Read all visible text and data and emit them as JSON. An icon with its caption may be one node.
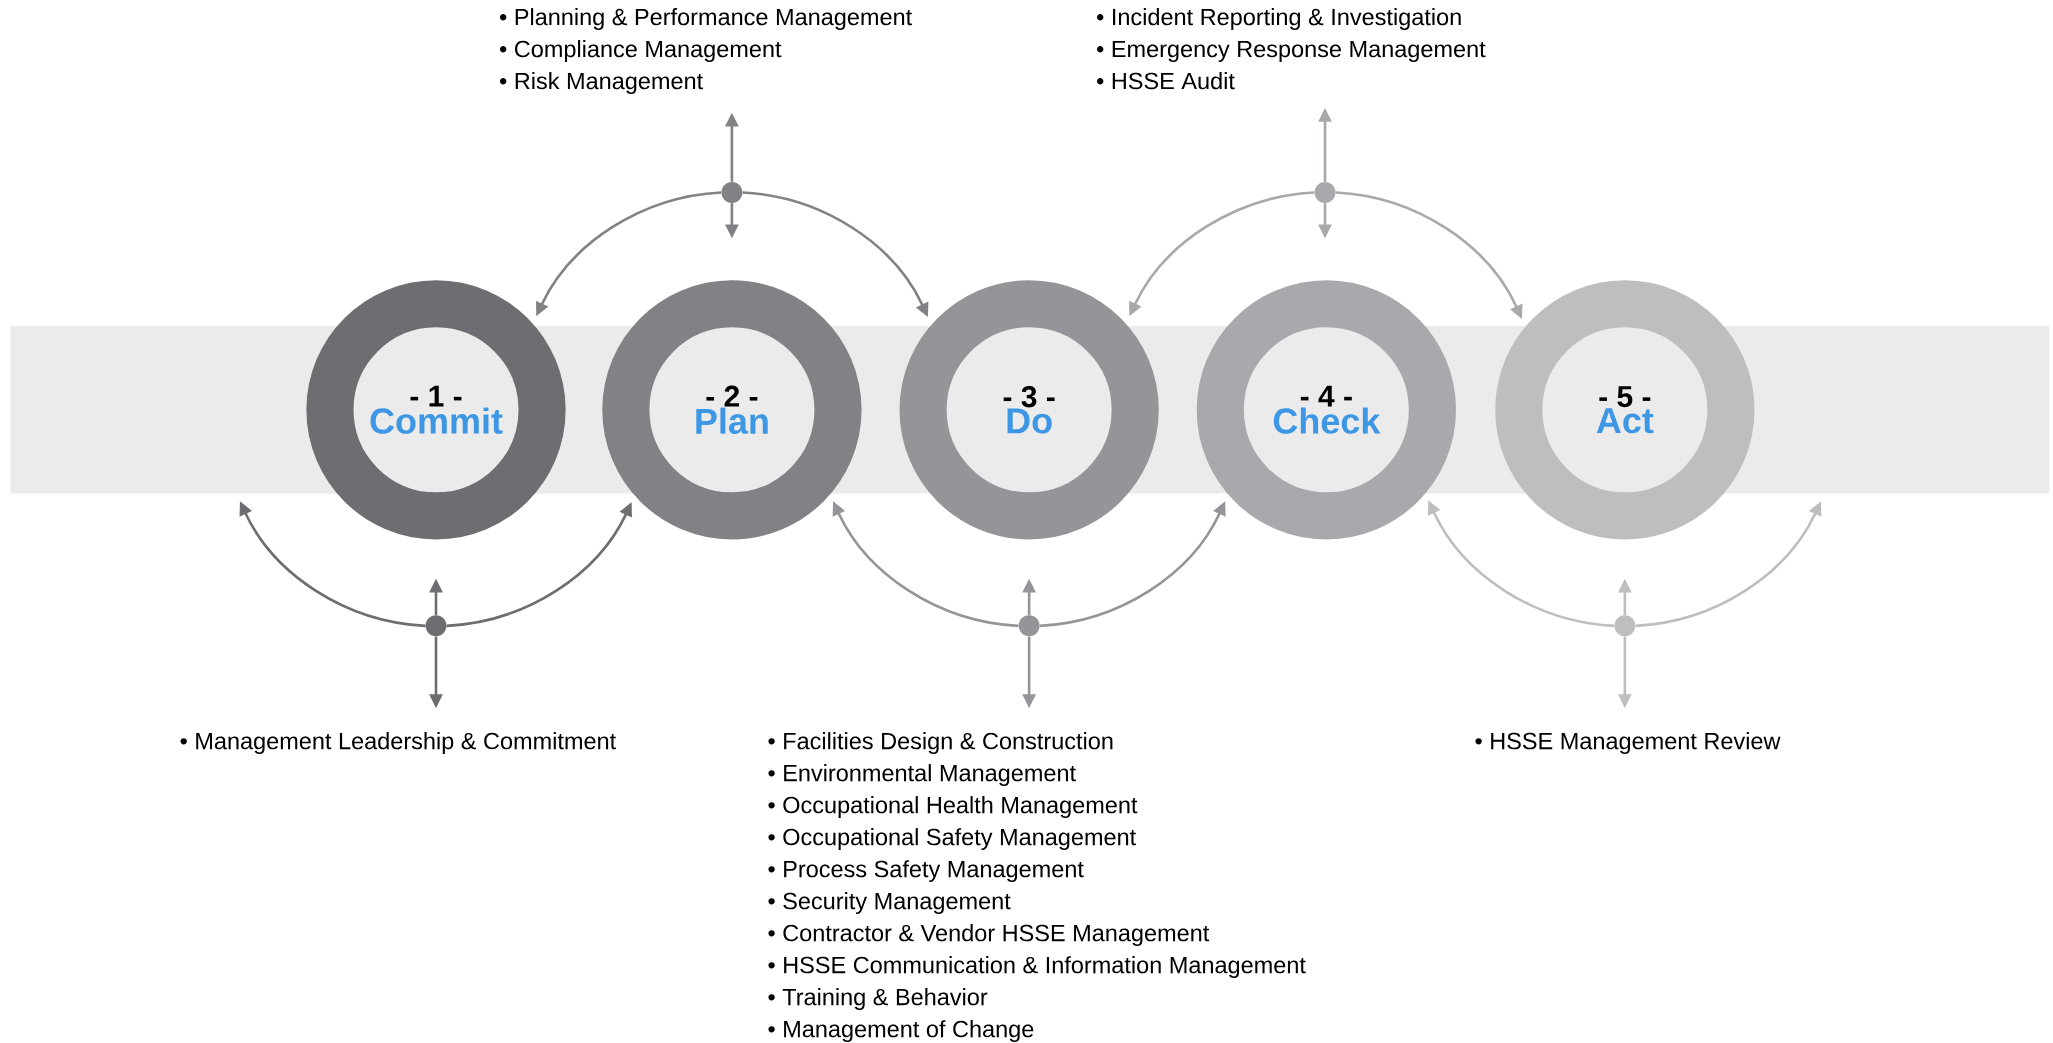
{
  "diagram": {
    "nodes": [
      {
        "text": [
          "- 1 -",
          "Commit"
        ]
      },
      {
        "text": [
          "- 2 -",
          "Plan"
        ]
      },
      {
        "text": [
          "- 3 -",
          "Do"
        ]
      },
      {
        "text": [
          "- 4 -",
          "Check"
        ]
      },
      {
        "text": [
          "- 5 -",
          "Act"
        ]
      },
      {
        "text": [],
        "shape": "circle"
      },
      {
        "text": [],
        "shape": "circle"
      },
      {
        "text": [],
        "shape": "circle"
      },
      {
        "text": [],
        "shape": "circle"
      },
      {
        "text": [],
        "shape": "circle"
      },
      {
        "text": [
          "• Management Leadership & Commitment"
        ]
      },
      {
        "text": [
          "• Planning & Performance Management",
          "• Compliance Management",
          "• Risk Management"
        ]
      },
      {
        "text": [
          "• Facilities Design & Construction",
          "• Environmental Management",
          "• Occupational Health Management",
          "• Occupational Safety Management",
          "• Process Safety Management",
          "• Security Management",
          "• Contractor & Vendor HSSE Management",
          "• HSSE Communication & Information Management",
          "• Training & Behavior",
          "• Management of Change"
        ]
      },
      {
        "text": [
          "• Incident Reporting & Investigation",
          "• Emergency Response Management",
          "• HSSE Audit"
        ]
      },
      {
        "text": [
          "• HSSE Management Review"
        ]
      }
    ],
    "edges": [
      {
        "from": 5,
        "to": null,
        "arrow": "to",
        "color": "#6d6e71"
      },
      {
        "from": 5,
        "to": 1,
        "arrow": "to",
        "color": "#6d6e71"
      },
      {
        "from": 5,
        "to": 10,
        "arrow": "to",
        "color": "#6d6e71"
      },
      {
        "from": 5,
        "to": null,
        "arrow": "to",
        "color": "#6d6e71"
      },
      {
        "from": 6,
        "to": 0,
        "arrow": "to",
        "color": "#808285"
      },
      {
        "from": 6,
        "to": 2,
        "arrow": "to",
        "color": "#808285"
      },
      {
        "from": 6,
        "to": 11,
        "arrow": "to",
        "color": "#808285"
      },
      {
        "from": 6,
        "to": null,
        "arrow": "to",
        "color": "#808285"
      },
      {
        "from": 7,
        "to": 1,
        "arrow": "to",
        "color": "#939598"
      },
      {
        "from": 7,
        "to": 3,
        "arrow": "to",
        "color": "#939598"
      },
      {
        "from": 7,
        "to": 12,
        "arrow": "to",
        "color": "#939598"
      },
      {
        "from": 7,
        "to": null,
        "arrow": "to",
        "color": "#939598"
      },
      {
        "from": 8,
        "to": 2,
        "arrow": "to",
        "color": "#a7a9ac"
      },
      {
        "from": 8,
        "to": 4,
        "arrow": "to",
        "color": "#a7a9ac"
      },
      {
        "from": 8,
        "to": 13,
        "arrow": "to",
        "color": "#a7a9ac"
      },
      {
        "from": 8,
        "to": null,
        "arrow": "to",
        "color": "#a7a9ac"
      },
      {
        "from": 9,
        "to": 3,
        "arrow": "to",
        "color": "#bcbec0"
      },
      {
        "from": 9,
        "to": null,
        "arrow": "to",
        "color": "#bcbec0"
      },
      {
        "from": 9,
        "to": 14,
        "arrow": "to",
        "color": "#bcbec0"
      },
      {
        "from": 9,
        "to": null,
        "arrow": "to",
        "color": "#bcbec0"
      }
    ]
  }
}
